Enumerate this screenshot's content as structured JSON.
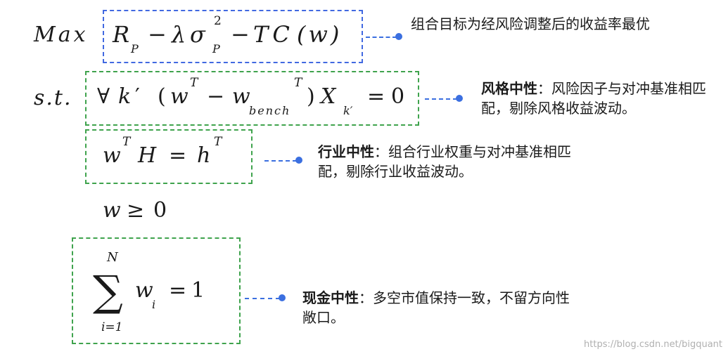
{
  "labels": {
    "max": "Max",
    "st": "s.t."
  },
  "objective": {
    "R": "R",
    "R_sub": "P",
    "minus1": "−",
    "lambda": "λ",
    "sigma": "σ",
    "sigma_sup": "2",
    "sigma_sub": "P",
    "minus2": "−",
    "TC": "TC",
    "arg": "(w)",
    "note": "组合目标为经风险调整后的收益率最优"
  },
  "style_constraint": {
    "forall": "∀",
    "k": "k",
    "prime": "′",
    "lparen": "(",
    "w": "w",
    "w_sup": "T",
    "minus": "−",
    "w2": "w",
    "w2_sub": "bench",
    "w2_sup": "T",
    "rparen": ")",
    "X": "X",
    "X_sub": "k′",
    "eq": "=",
    "zero": "0",
    "note_title": "风格中性",
    "note_body": "：风险因子与对冲基准相匹配，剔除风格收益波动。"
  },
  "industry_constraint": {
    "w": "w",
    "w_sup": "T",
    "H": "H",
    "eq": "=",
    "h": "h",
    "h_sup": "T",
    "note_title": "行业中性",
    "note_body": "：组合行业权重与对冲基准相匹配，剔除行业收益波动。"
  },
  "nonneg_constraint": {
    "w": "w",
    "geq": "≥",
    "zero": "0"
  },
  "cash_constraint": {
    "sum": "∑",
    "upper": "N",
    "lower": "i=1",
    "w": "w",
    "w_sub": "i",
    "eq": "=",
    "one": "1",
    "note_title": "现金中性",
    "note_body": "：多空市值保持一致，不留方向性敞口。"
  },
  "watermark": "https://blog.csdn.net/bigquant",
  "colors": {
    "blue_box": "#4169e1",
    "green_box": "#3fa34d",
    "connector": "#3b6fe0"
  }
}
